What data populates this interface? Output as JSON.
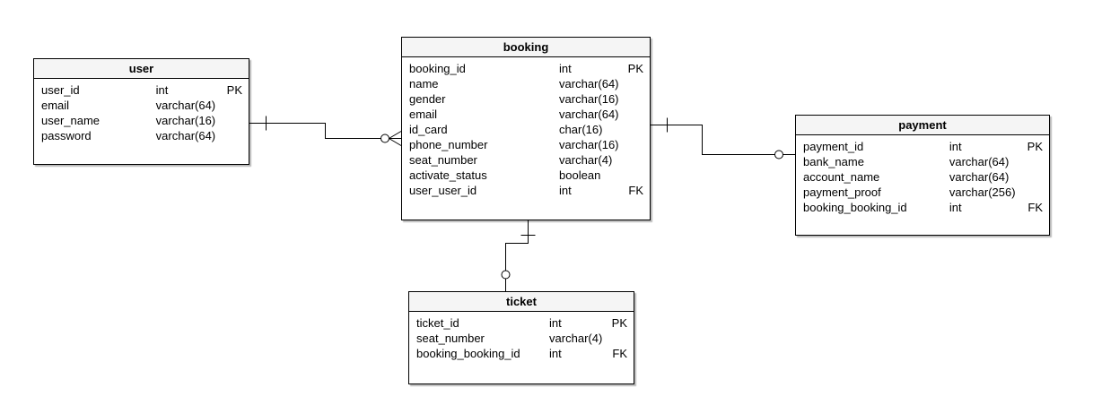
{
  "diagram": {
    "kind": "entity-relationship",
    "colors": {
      "header_bg": "#f5f5f5",
      "border": "#000000",
      "line": "#000000",
      "background": "#ffffff"
    },
    "tables": [
      {
        "title": "user",
        "columns": [
          {
            "name": "user_id",
            "type": "int",
            "key": "PK"
          },
          {
            "name": "email",
            "type": "varchar(64)",
            "key": ""
          },
          {
            "name": "user_name",
            "type": "varchar(16)",
            "key": ""
          },
          {
            "name": "password",
            "type": "varchar(64)",
            "key": ""
          }
        ]
      },
      {
        "title": "booking",
        "columns": [
          {
            "name": "booking_id",
            "type": "int",
            "key": "PK"
          },
          {
            "name": "name",
            "type": "varchar(64)",
            "key": ""
          },
          {
            "name": "gender",
            "type": "varchar(16)",
            "key": ""
          },
          {
            "name": "email",
            "type": "varchar(64)",
            "key": ""
          },
          {
            "name": "id_card",
            "type": "char(16)",
            "key": ""
          },
          {
            "name": "phone_number",
            "type": "varchar(16)",
            "key": ""
          },
          {
            "name": "seat_number",
            "type": "varchar(4)",
            "key": ""
          },
          {
            "name": "activate_status",
            "type": "boolean",
            "key": ""
          },
          {
            "name": "user_user_id",
            "type": "int",
            "key": "FK"
          }
        ]
      },
      {
        "title": "payment",
        "columns": [
          {
            "name": "payment_id",
            "type": "int",
            "key": "PK"
          },
          {
            "name": "bank_name",
            "type": "varchar(64)",
            "key": ""
          },
          {
            "name": "account_name",
            "type": "varchar(64)",
            "key": ""
          },
          {
            "name": "payment_proof",
            "type": "varchar(256)",
            "key": ""
          },
          {
            "name": "booking_booking_id",
            "type": "int",
            "key": "FK"
          }
        ]
      },
      {
        "title": "ticket",
        "columns": [
          {
            "name": "ticket_id",
            "type": "int",
            "key": "PK"
          },
          {
            "name": "seat_number",
            "type": "varchar(4)",
            "key": ""
          },
          {
            "name": "booking_booking_id",
            "type": "int",
            "key": "FK"
          }
        ]
      }
    ],
    "relationships": [
      {
        "from": "user",
        "to": "booking",
        "from_cardinality": "exactly-one",
        "to_cardinality": "zero-or-many"
      },
      {
        "from": "booking",
        "to": "payment",
        "from_cardinality": "exactly-one",
        "to_cardinality": "zero-or-one"
      },
      {
        "from": "booking",
        "to": "ticket",
        "from_cardinality": "exactly-one",
        "to_cardinality": "zero-or-one"
      }
    ]
  }
}
